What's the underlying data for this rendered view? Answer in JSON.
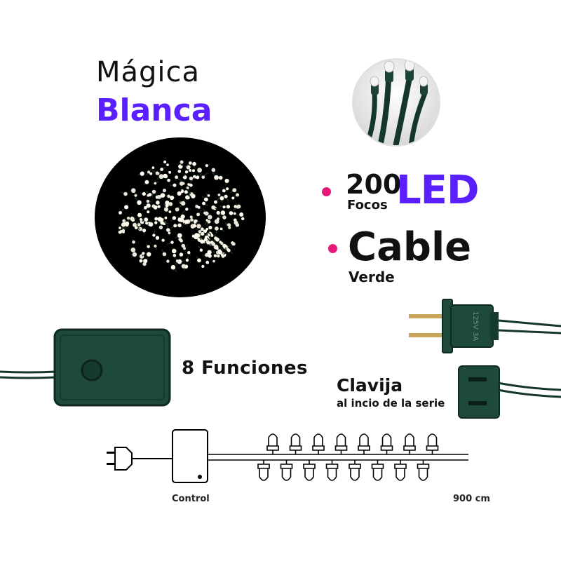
{
  "title": {
    "line1": "Mágica",
    "line2": "Blanca"
  },
  "features": {
    "count": "200",
    "count_unit": "Focos",
    "type": "LED",
    "cable": "Cable",
    "cable_color": "Verde"
  },
  "controller": {
    "functions": "8 Funciones"
  },
  "plug": {
    "title": "Clavija",
    "subtitle": "al incio de la serie",
    "rating": "125V 3A"
  },
  "diagram": {
    "control_label": "Control",
    "length_label": "900 cm"
  },
  "colors": {
    "accent_purple": "#5a1fff",
    "bullet_pink": "#e6197a",
    "cable_green": "#173a2e"
  }
}
